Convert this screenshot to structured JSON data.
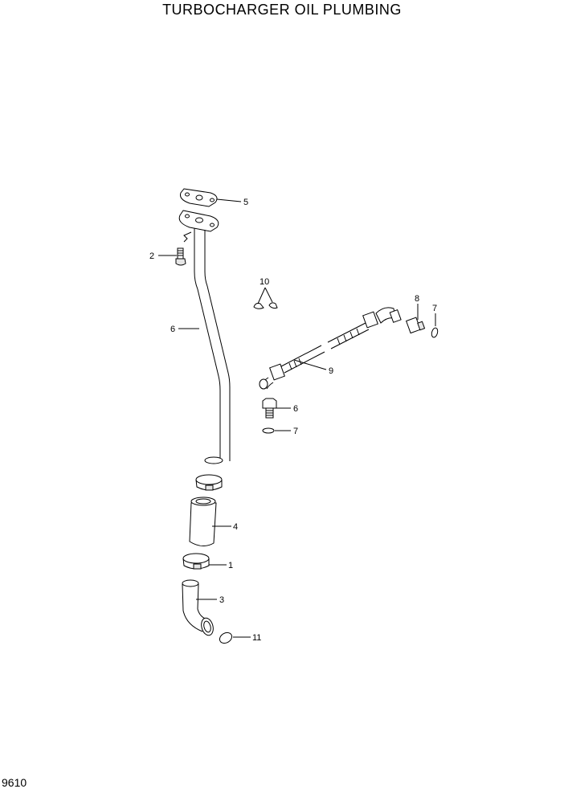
{
  "title": "TURBOCHARGER OIL PLUMBING",
  "page_number": "9610",
  "callouts": {
    "c1": "1",
    "c2": "2",
    "c3": "3",
    "c4": "4",
    "c5": "5",
    "c6a": "6",
    "c6b": "6",
    "c7a": "7",
    "c7b": "7",
    "c8": "8",
    "c9": "9",
    "c10": "10",
    "c11": "11"
  }
}
